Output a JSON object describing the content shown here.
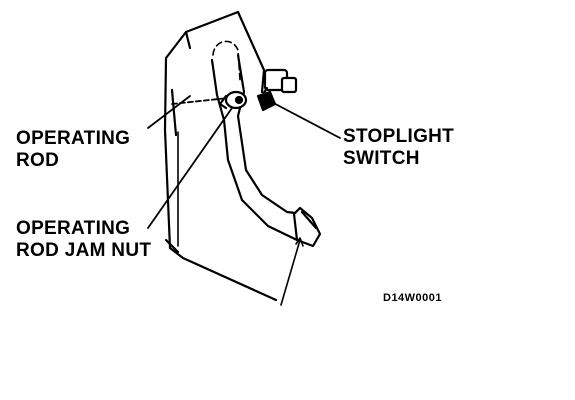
{
  "labels": {
    "operating_rod": [
      "OPERATING",
      "ROD"
    ],
    "stoplight_switch": [
      "STOPLIGHT",
      "SWITCH"
    ],
    "operating_rod_jam_nut": [
      "OPERATING",
      "ROD JAM NUT"
    ]
  },
  "figure_code": "D14W0001",
  "colors": {
    "ink": "#000000",
    "background": "#ffffff"
  }
}
